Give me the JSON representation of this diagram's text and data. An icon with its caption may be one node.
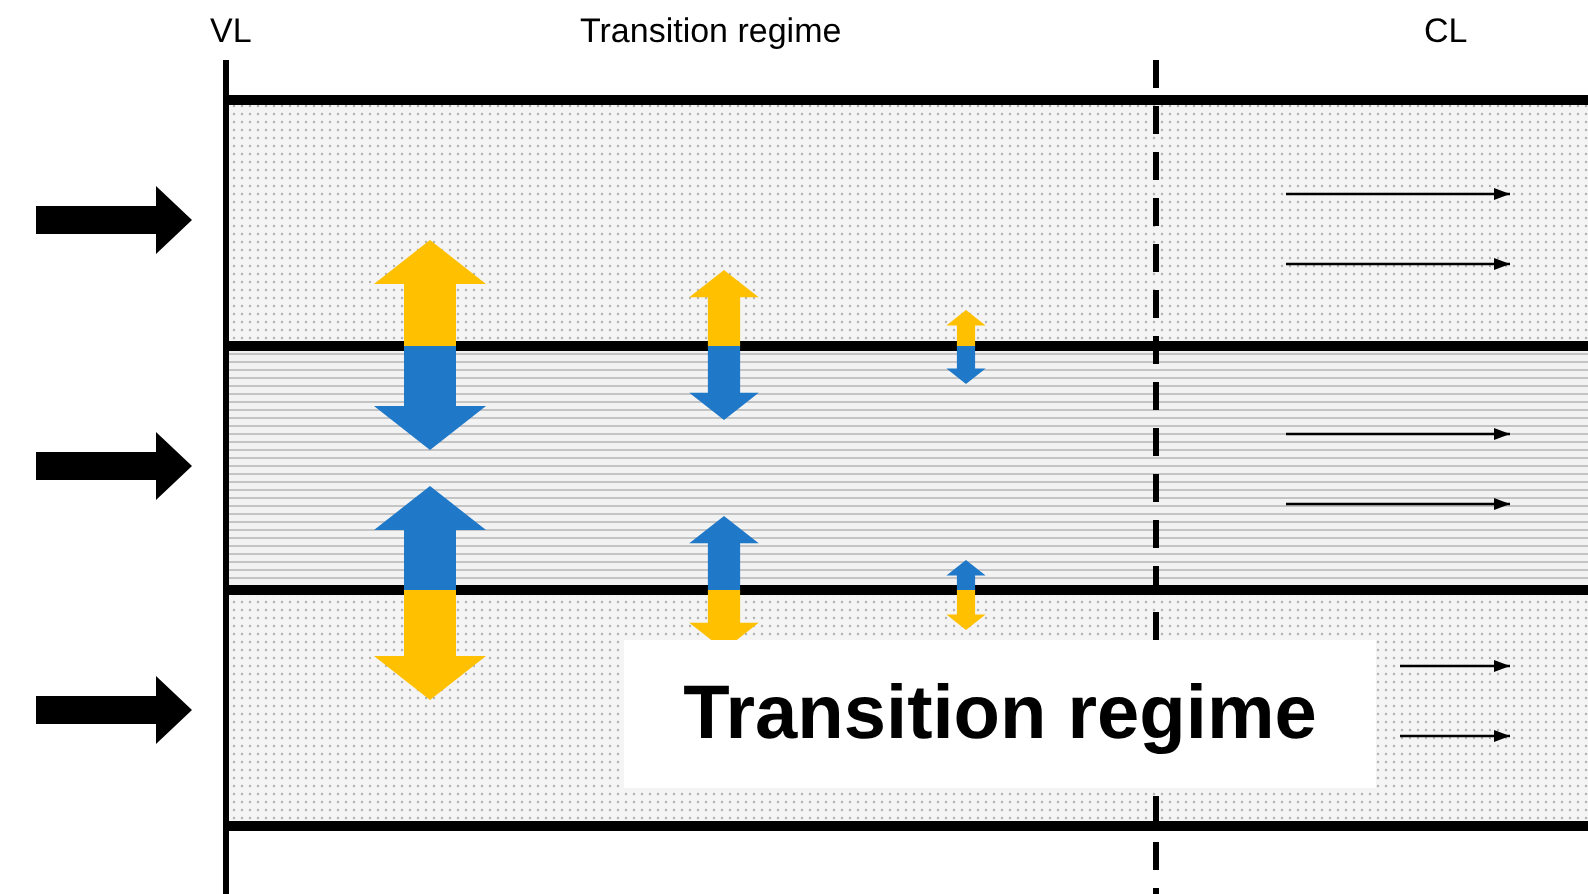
{
  "diagram": {
    "labels": [
      "VL",
      "Transition regime",
      "CL",
      "Transition regime"
    ]
  }
}
